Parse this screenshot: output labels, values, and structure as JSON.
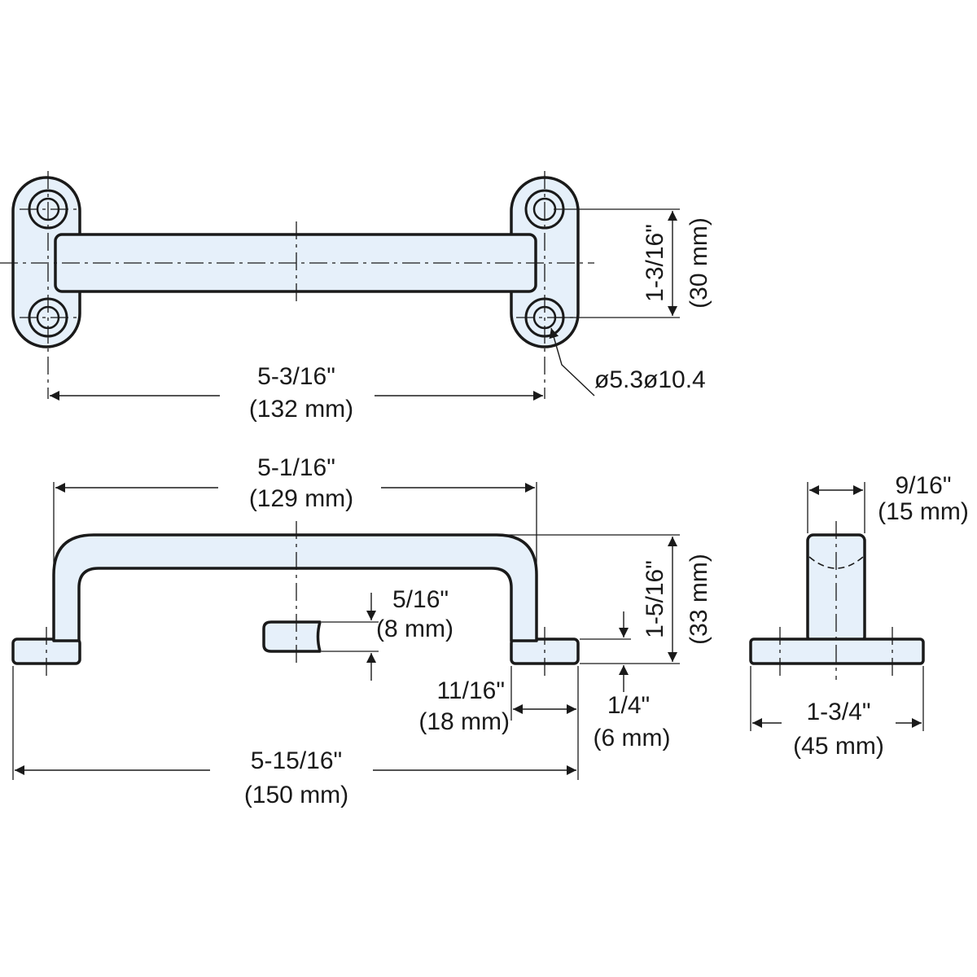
{
  "dimensions": {
    "hole_pitch_width": {
      "inch": "5-3/16\"",
      "mm": "(132 mm)"
    },
    "hole_pitch_height": {
      "inch": "1-3/16\"",
      "mm": "(30 mm)"
    },
    "hole_diameters": "ø5.3ø10.4",
    "handle_span": {
      "inch": "5-1/16\"",
      "mm": "(129 mm)"
    },
    "grip_thickness": {
      "inch": "5/16\"",
      "mm": "(8 mm)"
    },
    "handle_height": {
      "inch": "1-5/16\"",
      "mm": "(33 mm)"
    },
    "foot_length": {
      "inch": "11/16\"",
      "mm": "(18 mm)"
    },
    "base_thickness": {
      "inch": "1/4\"",
      "mm": "(6 mm)"
    },
    "overall_length": {
      "inch": "5-15/16\"",
      "mm": "(150 mm)"
    },
    "grip_width": {
      "inch": "9/16\"",
      "mm": "(15 mm)"
    },
    "base_width": {
      "inch": "1-3/4\"",
      "mm": "(45 mm)"
    }
  }
}
